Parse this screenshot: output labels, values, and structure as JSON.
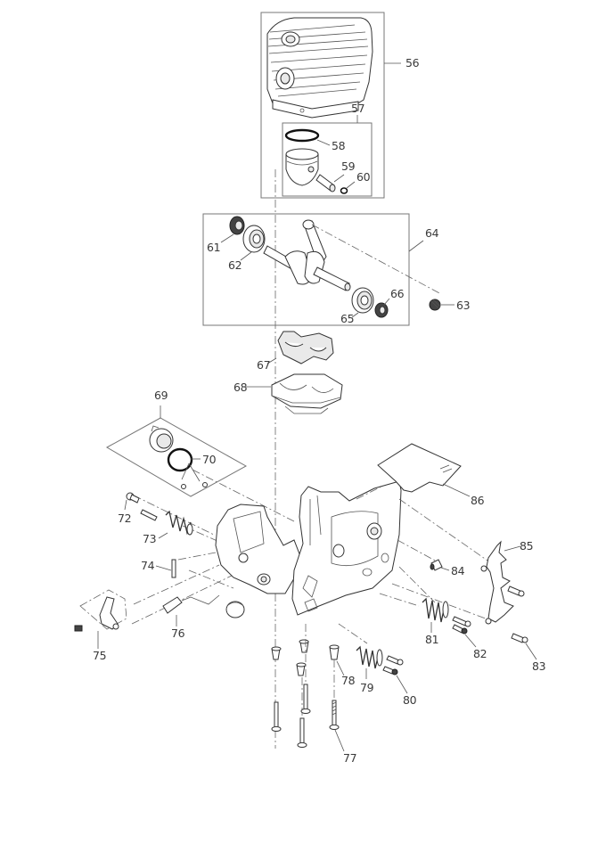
{
  "diagram": {
    "title": "Exploded parts view - cylinder, crankshaft and crankcase assembly",
    "callouts": [
      {
        "id": "56",
        "part": "cylinder-assembly"
      },
      {
        "id": "57",
        "part": "piston-assembly"
      },
      {
        "id": "58",
        "part": "piston-ring"
      },
      {
        "id": "59",
        "part": "piston-pin"
      },
      {
        "id": "60",
        "part": "circlip"
      },
      {
        "id": "61",
        "part": "oil-seal-left"
      },
      {
        "id": "62",
        "part": "ball-bearing-left"
      },
      {
        "id": "63",
        "part": "needle-bearing"
      },
      {
        "id": "64",
        "part": "crankshaft-assembly"
      },
      {
        "id": "65",
        "part": "ball-bearing-right"
      },
      {
        "id": "66",
        "part": "oil-seal-right"
      },
      {
        "id": "67",
        "part": "gasket"
      },
      {
        "id": "68",
        "part": "crankcase-cover"
      },
      {
        "id": "69",
        "part": "tank-cap-assembly"
      },
      {
        "id": "70",
        "part": "o-ring"
      },
      {
        "id": "72",
        "part": "screw"
      },
      {
        "id": "73",
        "part": "spring"
      },
      {
        "id": "74",
        "part": "plate"
      },
      {
        "id": "75",
        "part": "lever-assembly"
      },
      {
        "id": "76",
        "part": "rod"
      },
      {
        "id": "77",
        "part": "bolt"
      },
      {
        "id": "78",
        "part": "collar"
      },
      {
        "id": "79",
        "part": "spring"
      },
      {
        "id": "80",
        "part": "screw"
      },
      {
        "id": "81",
        "part": "spring"
      },
      {
        "id": "82",
        "part": "screw"
      },
      {
        "id": "83",
        "part": "screw"
      },
      {
        "id": "84",
        "part": "pin"
      },
      {
        "id": "85",
        "part": "spike-bumper"
      },
      {
        "id": "86",
        "part": "plate"
      }
    ],
    "colors": {
      "background": "#ffffff",
      "line": "#3c3c3c",
      "label": "#3a3a3a"
    }
  }
}
